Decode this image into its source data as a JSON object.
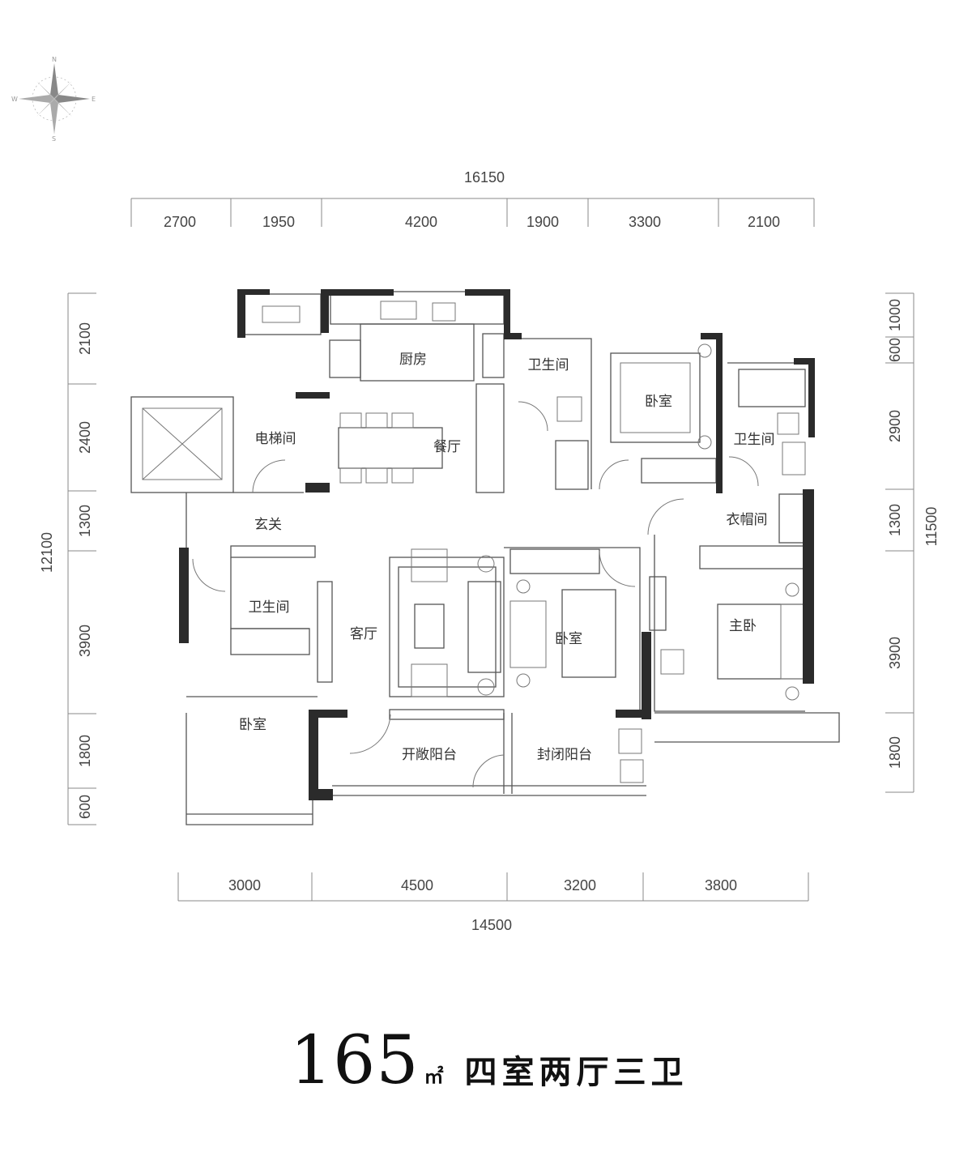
{
  "compass": {
    "n": "N",
    "s": "S",
    "e": "E",
    "w": "W"
  },
  "dimensions": {
    "top_total": "16150",
    "top": [
      "2700",
      "1950",
      "4200",
      "1900",
      "3300",
      "2100"
    ],
    "bottom_total": "14500",
    "bottom": [
      "3000",
      "4500",
      "3200",
      "3800"
    ],
    "left_total": "12100",
    "left": [
      "2100",
      "2400",
      "1300",
      "3900",
      "1800",
      "600"
    ],
    "right_total": "11500",
    "right": [
      "1000",
      "600",
      "2900",
      "1300",
      "3900",
      "1800"
    ]
  },
  "rooms": {
    "kitchen": "厨房",
    "dining": "餐厅",
    "elevator": "电梯间",
    "entry": "玄关",
    "living": "客厅",
    "bath_top": "卫生间",
    "bath_right": "卫生间",
    "bath_left": "卫生间",
    "bedroom_top": "卧室",
    "bedroom_mid": "卧室",
    "bedroom_left": "卧室",
    "master": "主卧",
    "closet": "衣帽间",
    "open_balcony": "开敞阳台",
    "closed_balcony": "封闭阳台"
  },
  "caption": {
    "area": "165",
    "unit": "㎡",
    "type": "四室两厅三卫"
  },
  "colors": {
    "wall": "#2b2b2b",
    "line": "#555555",
    "text": "#333333"
  }
}
